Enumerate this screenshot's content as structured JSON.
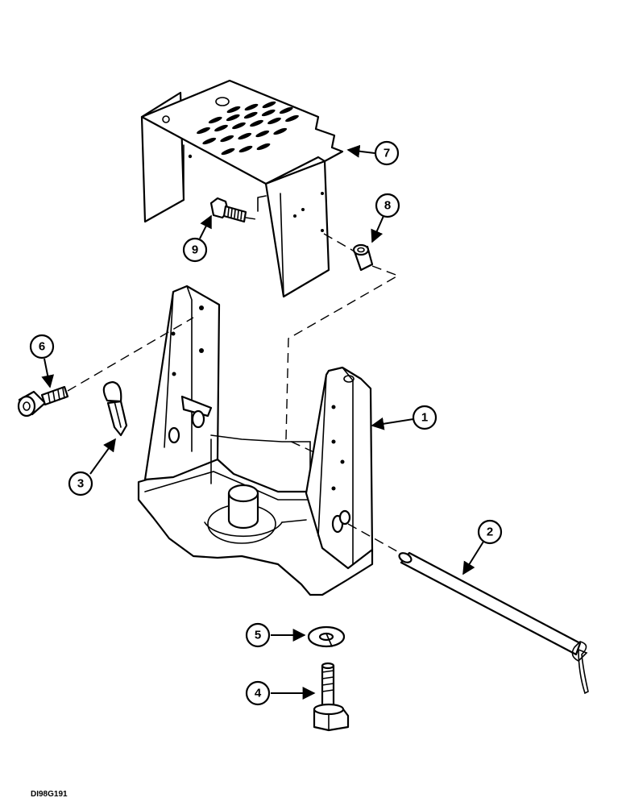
{
  "drawing_code": "DI98G191",
  "callouts": [
    {
      "id": "c1",
      "label": "1"
    },
    {
      "id": "c2",
      "label": "2"
    },
    {
      "id": "c3",
      "label": "3"
    },
    {
      "id": "c4",
      "label": "4"
    },
    {
      "id": "c5",
      "label": "5"
    },
    {
      "id": "c6",
      "label": "6"
    },
    {
      "id": "c7",
      "label": "7"
    },
    {
      "id": "c8",
      "label": "8"
    },
    {
      "id": "c9",
      "label": "9"
    }
  ]
}
